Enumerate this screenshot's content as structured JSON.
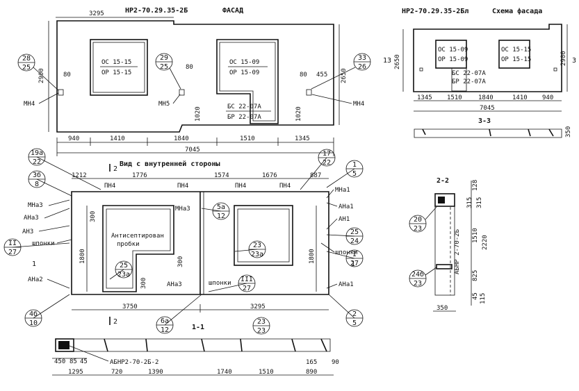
{
  "top_left": {
    "title_code": "НР2-70.29.35-2Б",
    "title_view": "ФАСАД",
    "top_dim": "3295",
    "left_dim": "2900",
    "right_dim": "2650",
    "small_dims": [
      "80",
      "80",
      "80",
      "455"
    ],
    "low_dims": [
      "1020",
      "1020"
    ],
    "win1": [
      "ОС 15-15",
      "ОР 15-15"
    ],
    "win2": [
      "ОС 15-09",
      "ОР 15-09"
    ],
    "door": [
      "БС 22-07А",
      "БР 22-07А"
    ],
    "callouts": [
      {
        "top": "28",
        "bottom": "25"
      },
      {
        "top": "29",
        "bottom": "25"
      },
      {
        "top": "33",
        "bottom": "26"
      }
    ],
    "mn_labels": [
      "МН4",
      "МН5",
      "МН4"
    ],
    "bottom_dims": [
      "940",
      "1410",
      "1840",
      "1510",
      "1345"
    ],
    "total": "7045"
  },
  "top_right": {
    "title_code": "НР2-70.29.35-2Бл",
    "title_view": "Схема фасада",
    "left_dim": "2650",
    "right_dim": "2900",
    "left_mark": "13",
    "right_mark": "3",
    "win1": [
      "ОС 15-09",
      "ОР 15-09"
    ],
    "win2": [
      "ОС 15-15",
      "ОР 15-15"
    ],
    "door": [
      "БС 22-07А",
      "БР 22-07А"
    ],
    "bottom_dims": [
      "1345",
      "1510",
      "1840",
      "1410",
      "940"
    ],
    "total": "7045",
    "section_label": "3-3",
    "section_dim": "350"
  },
  "inner": {
    "title": "Вид с внутренней стороны",
    "mark_top": "2",
    "mark_bottom": "2",
    "top_dims": [
      "1212",
      "1776",
      "1574",
      "1676",
      "887"
    ],
    "pn_labels": [
      "ПН4",
      "ПН4",
      "ПН4",
      "ПН4"
    ],
    "callouts": [
      {
        "id": "c19",
        "top": "19а",
        "bottom": "22"
      },
      {
        "id": "c3",
        "top": "3б",
        "bottom": "8"
      },
      {
        "id": "cII",
        "top": "II",
        "bottom": "27"
      },
      {
        "id": "c4",
        "top": "4б",
        "bottom": "10"
      },
      {
        "id": "c17",
        "top": "17",
        "bottom": "22"
      },
      {
        "id": "c1",
        "top": "1",
        "bottom": "5"
      },
      {
        "id": "c25r",
        "top": "25",
        "bottom": "24"
      },
      {
        "id": "cI",
        "top": "I",
        "bottom": "27"
      },
      {
        "id": "c2",
        "top": "2",
        "bottom": "5"
      },
      {
        "id": "c5a",
        "top": "5а",
        "bottom": "12"
      },
      {
        "id": "c23i",
        "top": "23",
        "bottom": "23а"
      },
      {
        "id": "c25l",
        "top": "25",
        "bottom": "23а"
      },
      {
        "id": "cIII",
        "top": "III",
        "bottom": "27"
      },
      {
        "id": "c6a",
        "top": "6а",
        "bottom": "12"
      }
    ],
    "left_labels": [
      "МНа3",
      "АНа3",
      "АН3",
      "шпонки",
      "АНа2"
    ],
    "right_labels": [
      "МНа1",
      "АНа1",
      "АН1",
      "шпонки",
      "АНа1"
    ],
    "mid_labels": [
      "МНа3",
      "АНа3",
      "шпонки"
    ],
    "note": [
      "Антисептирован",
      "пробки"
    ],
    "dims_v": [
      "1800",
      "1800"
    ],
    "small_dims": [
      "300",
      "300",
      "300"
    ],
    "bottom_dims": [
      "3750",
      "3295"
    ],
    "mark_left": "1",
    "mark_right": "1"
  },
  "section_1_1": {
    "label": "1-1",
    "callout": {
      "top": "23",
      "bottom": "23"
    },
    "ref": "АБНР2-70-2Б-2",
    "small_dims": [
      "450",
      "85",
      "45",
      "165",
      "90"
    ],
    "bottom_dims": [
      "1295",
      "720",
      "1390",
      "1740",
      "1510",
      "890"
    ]
  },
  "section_2_2": {
    "label": "2-2",
    "ref": "АБНР 2-70-2Б",
    "callouts": [
      {
        "top": "20",
        "bottom": "23"
      },
      {
        "top": "24б",
        "bottom": "23"
      }
    ],
    "right_dims": [
      "128",
      "315",
      "315",
      "1510",
      "2220",
      "825",
      "45",
      "115"
    ],
    "bottom_dim": "350"
  }
}
